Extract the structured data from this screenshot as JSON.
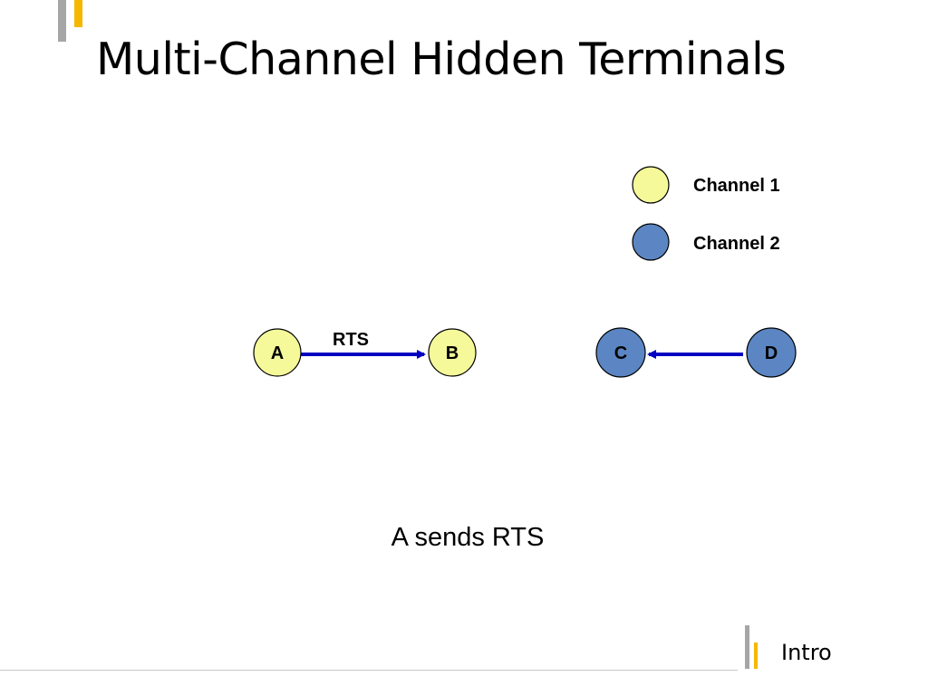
{
  "slide": {
    "title": "Multi-Channel Hidden Terminals",
    "caption": "A sends RTS",
    "footer_label": "Intro"
  },
  "legend": {
    "items": [
      {
        "label": "Channel 1",
        "color": "#f5f99a"
      },
      {
        "label": "Channel 2",
        "color": "#5b86c3"
      }
    ]
  },
  "diagram": {
    "nodes": [
      {
        "id": "A",
        "label": "A",
        "channel": "Channel 1"
      },
      {
        "id": "B",
        "label": "B",
        "channel": "Channel 1"
      },
      {
        "id": "C",
        "label": "C",
        "channel": "Channel 2"
      },
      {
        "id": "D",
        "label": "D",
        "channel": "Channel 2"
      }
    ],
    "edges": [
      {
        "from": "A",
        "to": "B",
        "label": "RTS",
        "color": "#0000c0"
      },
      {
        "from": "D",
        "to": "C",
        "label": "",
        "color": "#0000c0"
      }
    ]
  },
  "colors": {
    "accent_yellow": "#f5b800",
    "accent_gray": "#a6a6a6",
    "node_outline": "#000000",
    "arrow": "#0000c0"
  }
}
